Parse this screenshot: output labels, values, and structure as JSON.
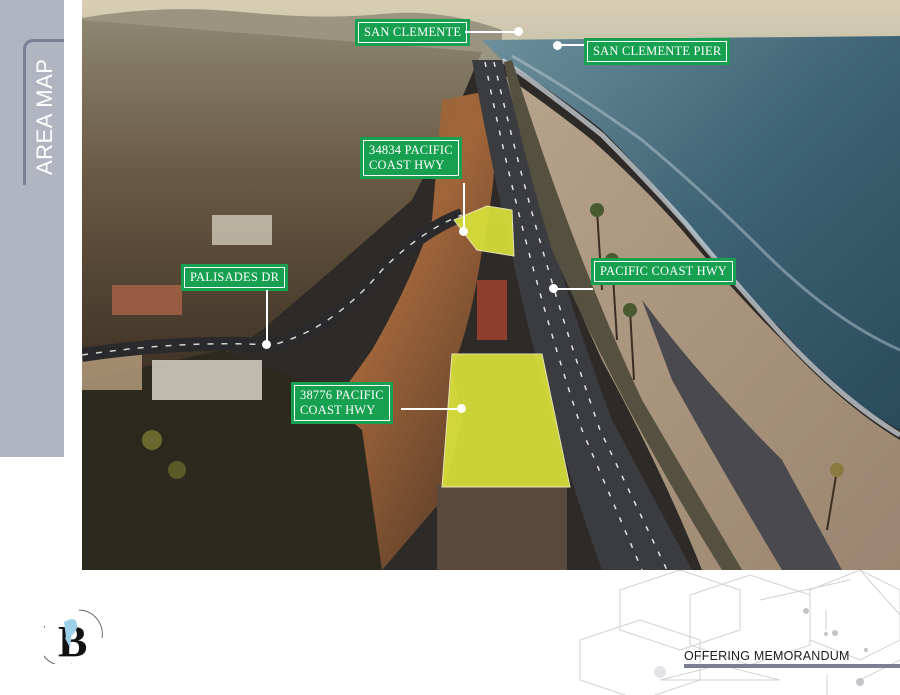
{
  "page": {
    "section_title": "AREA MAP",
    "footer_label": "OFFERING MEMORANDUM",
    "logo": {
      "letter": "B",
      "icon": "b-monogram-logo"
    }
  },
  "map": {
    "callouts": [
      {
        "id": "san-clemente",
        "lines": [
          "SAN CLEMENTE"
        ]
      },
      {
        "id": "san-clemente-pier",
        "lines": [
          "SAN CLEMENTE PIER"
        ]
      },
      {
        "id": "parcel-34834",
        "lines": [
          "34834 PACIFIC",
          "COAST HWY"
        ]
      },
      {
        "id": "palisades-dr",
        "lines": [
          "PALISADES DR"
        ]
      },
      {
        "id": "pacific-coast-hwy",
        "lines": [
          "PACIFIC COAST HWY"
        ]
      },
      {
        "id": "parcel-38776",
        "lines": [
          "38776 PACIFIC",
          "COAST HWY"
        ]
      }
    ]
  },
  "colors": {
    "sidebar": "#b1b5c1",
    "accent_bar": "#7a7f96",
    "callout_green": "#17a050",
    "parcel_highlight": "#d9e13a",
    "logo_blue": "#9fd0ea"
  }
}
